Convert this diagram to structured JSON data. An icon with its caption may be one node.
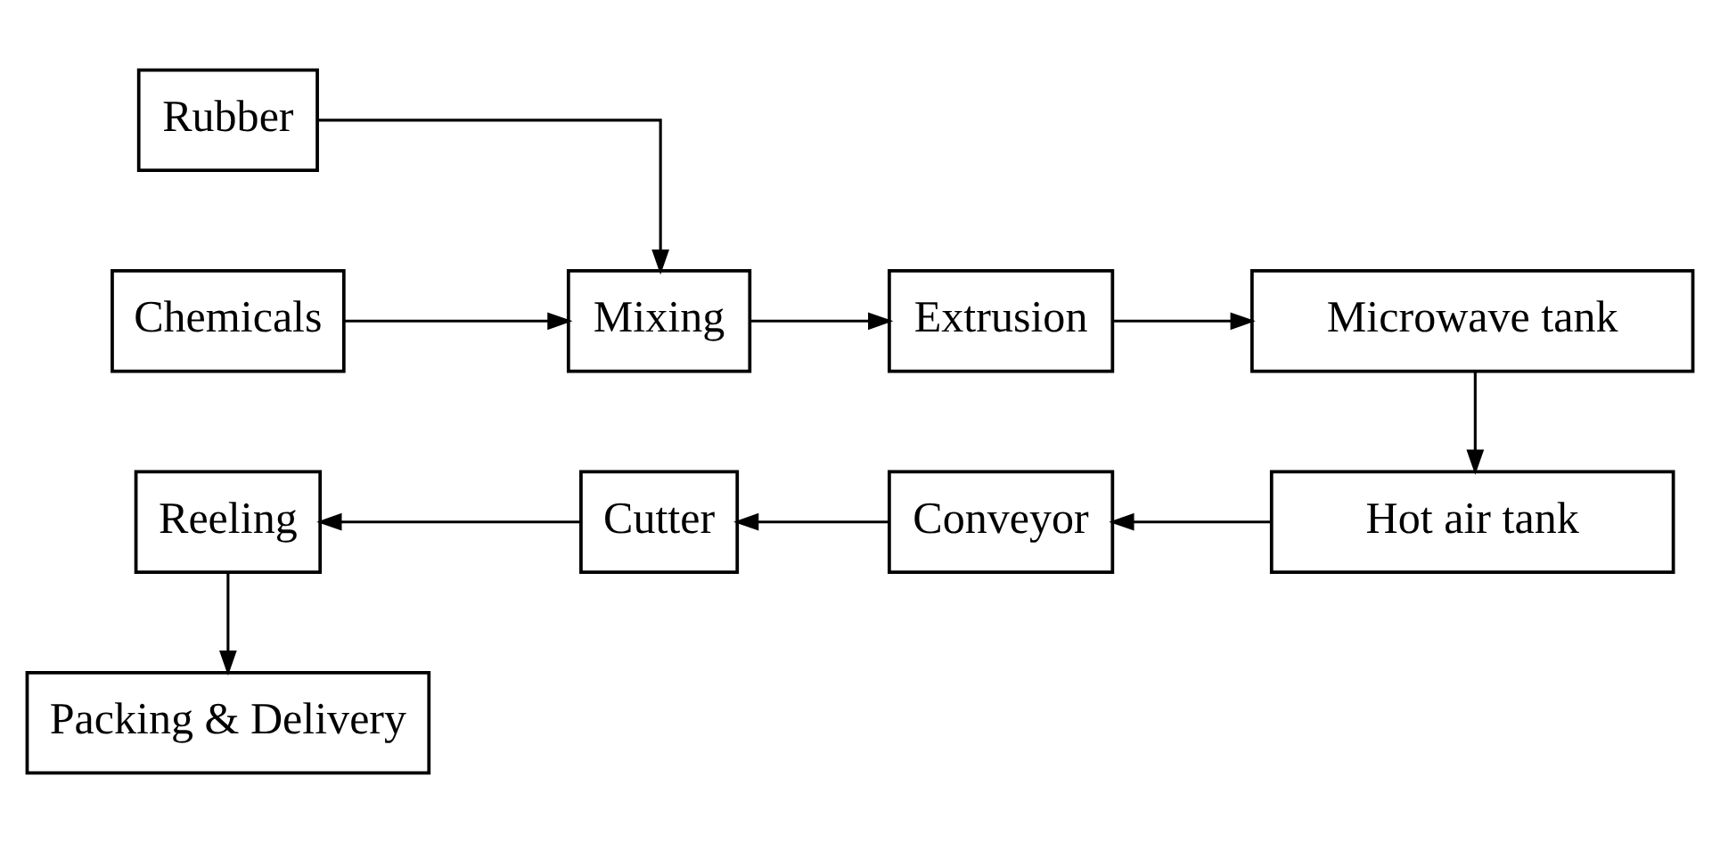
{
  "diagram": {
    "nodes": [
      {
        "text": [
          "Rubber"
        ]
      },
      {
        "text": [
          "Chemicals"
        ]
      },
      {
        "text": [
          "Mixing"
        ]
      },
      {
        "text": [
          "Extrusion"
        ]
      },
      {
        "text": [
          "Microwave tank"
        ]
      },
      {
        "text": [
          "Hot air tank"
        ]
      },
      {
        "text": [
          "Conveyor"
        ]
      },
      {
        "text": [
          "Cutter"
        ]
      },
      {
        "text": [
          "Reeling"
        ]
      },
      {
        "text": [
          "Packing & Delivery"
        ]
      }
    ],
    "edges": [
      {
        "from": 0,
        "to": 2,
        "arrow": "to"
      },
      {
        "from": 1,
        "to": 2,
        "arrow": "to"
      },
      {
        "from": 2,
        "to": 3,
        "arrow": "to"
      },
      {
        "from": 3,
        "to": 4,
        "arrow": "to"
      },
      {
        "from": 4,
        "to": 5,
        "arrow": "to"
      },
      {
        "from": 5,
        "to": 6,
        "arrow": "to"
      },
      {
        "from": 6,
        "to": 7,
        "arrow": "to"
      },
      {
        "from": 7,
        "to": 8,
        "arrow": "to"
      },
      {
        "from": 8,
        "to": 9,
        "arrow": "to"
      }
    ]
  }
}
